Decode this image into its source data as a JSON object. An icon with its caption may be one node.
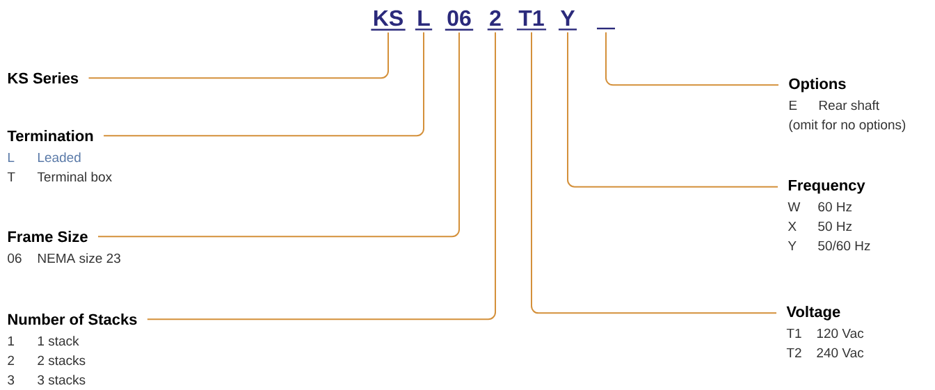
{
  "diagram": {
    "nodes": [
      {
        "text": [
          "KS"
        ]
      },
      {
        "text": [
          "L"
        ]
      },
      {
        "text": [
          "06"
        ]
      },
      {
        "text": [
          "2"
        ]
      },
      {
        "text": [
          "T1"
        ]
      },
      {
        "text": [
          "Y"
        ]
      },
      {
        "text": [],
        "shape": "bar"
      },
      {
        "text": [
          "KS Series"
        ]
      },
      {
        "text": [
          "Termination",
          "L",
          "Leaded",
          "T",
          "Terminal box"
        ]
      },
      {
        "text": [
          "Frame Size",
          "06",
          "NEMA size 23"
        ]
      },
      {
        "text": [
          "Number of Stacks",
          "1",
          "1 stack",
          "2",
          "2 stacks",
          "3",
          "3 stacks"
        ]
      },
      {
        "text": [
          "Options",
          "E",
          "Rear shaft",
          "(omit for no options)"
        ]
      },
      {
        "text": [
          "Frequency",
          "W",
          "60 Hz",
          "X",
          "50 Hz",
          "Y",
          "50/60 Hz"
        ]
      },
      {
        "text": [
          "Voltage",
          "T1",
          "120 Vac",
          "T2",
          "240 Vac"
        ]
      }
    ],
    "edges": [
      {
        "from": 0,
        "to": 7,
        "arrow": "none"
      },
      {
        "from": 1,
        "to": 8,
        "arrow": "none"
      },
      {
        "from": 2,
        "to": 9,
        "arrow": "none"
      },
      {
        "from": 3,
        "to": 10,
        "arrow": "none"
      },
      {
        "from": 6,
        "to": 11,
        "arrow": "none"
      },
      {
        "from": 5,
        "to": 12,
        "arrow": "none"
      },
      {
        "from": 4,
        "to": 13,
        "arrow": "none"
      }
    ]
  }
}
